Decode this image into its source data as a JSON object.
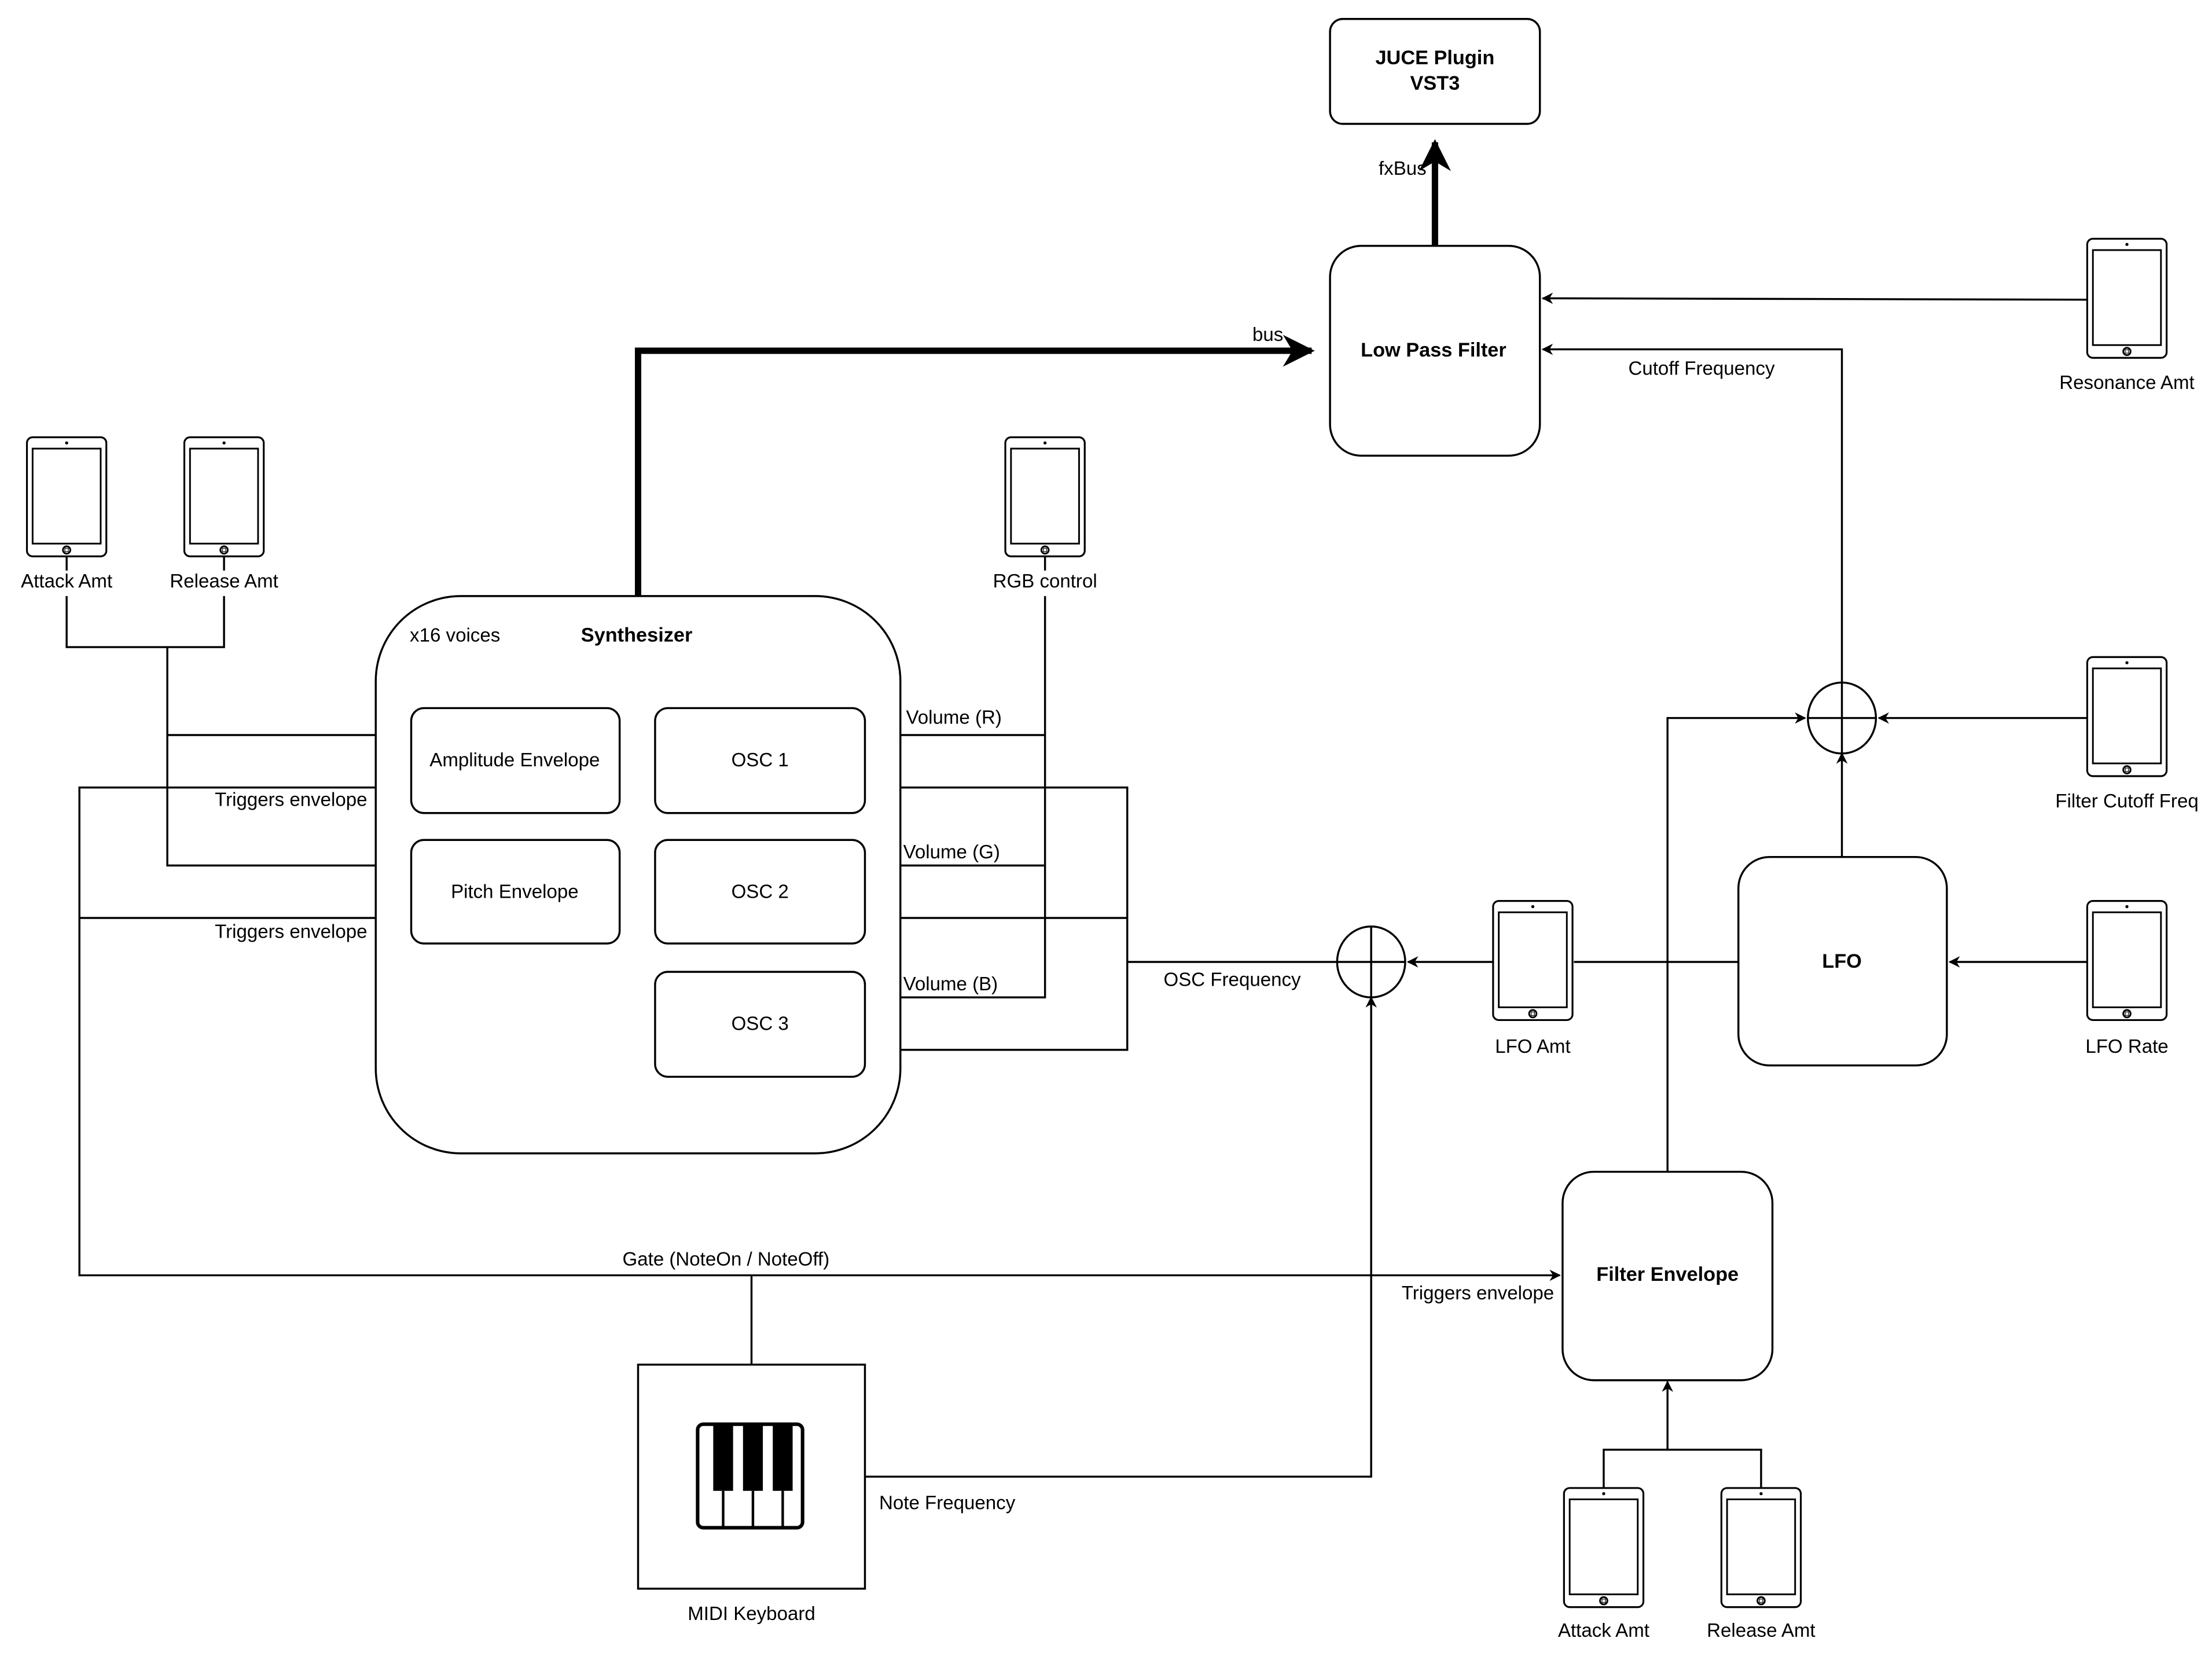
{
  "diagram": {
    "nodes": {
      "juce_plugin": {
        "line1": "JUCE Plugin",
        "line2": "VST3"
      },
      "low_pass_filter": {
        "label": "Low Pass Filter"
      },
      "synthesizer": {
        "label": "Synthesizer",
        "voices": "x16 voices"
      },
      "amplitude_envelope": {
        "label": "Amplitude Envelope"
      },
      "pitch_envelope": {
        "label": "Pitch Envelope"
      },
      "osc1": {
        "label": "OSC 1"
      },
      "osc2": {
        "label": "OSC 2"
      },
      "osc3": {
        "label": "OSC 3"
      },
      "lfo": {
        "label": "LFO"
      },
      "filter_envelope": {
        "label": "Filter Envelope"
      },
      "midi_keyboard": {
        "label": "MIDI Keyboard"
      }
    },
    "controls": {
      "attack_amt_left": "Attack Amt",
      "release_amt_left": "Release Amt",
      "rgb_control": "RGB control",
      "resonance_amt": "Resonance Amt",
      "filter_cutoff_freq": "Filter Cutoff Freq",
      "lfo_amt": "LFO Amt",
      "lfo_rate": "LFO Rate",
      "attack_amt_bottom": "Attack Amt",
      "release_amt_bottom": "Release Amt"
    },
    "edge_labels": {
      "fxbus": "fxBus",
      "bus": "bus",
      "cutoff_frequency": "Cutoff Frequency",
      "volume_r": "Volume (R)",
      "volume_g": "Volume (G)",
      "volume_b": "Volume (B)",
      "triggers_envelope_1": "Triggers envelope",
      "triggers_envelope_2": "Triggers envelope",
      "triggers_envelope_3": "Triggers envelope",
      "osc_frequency": "OSC Frequency",
      "gate": "Gate (NoteOn / NoteOff)",
      "note_frequency": "Note Frequency"
    }
  }
}
